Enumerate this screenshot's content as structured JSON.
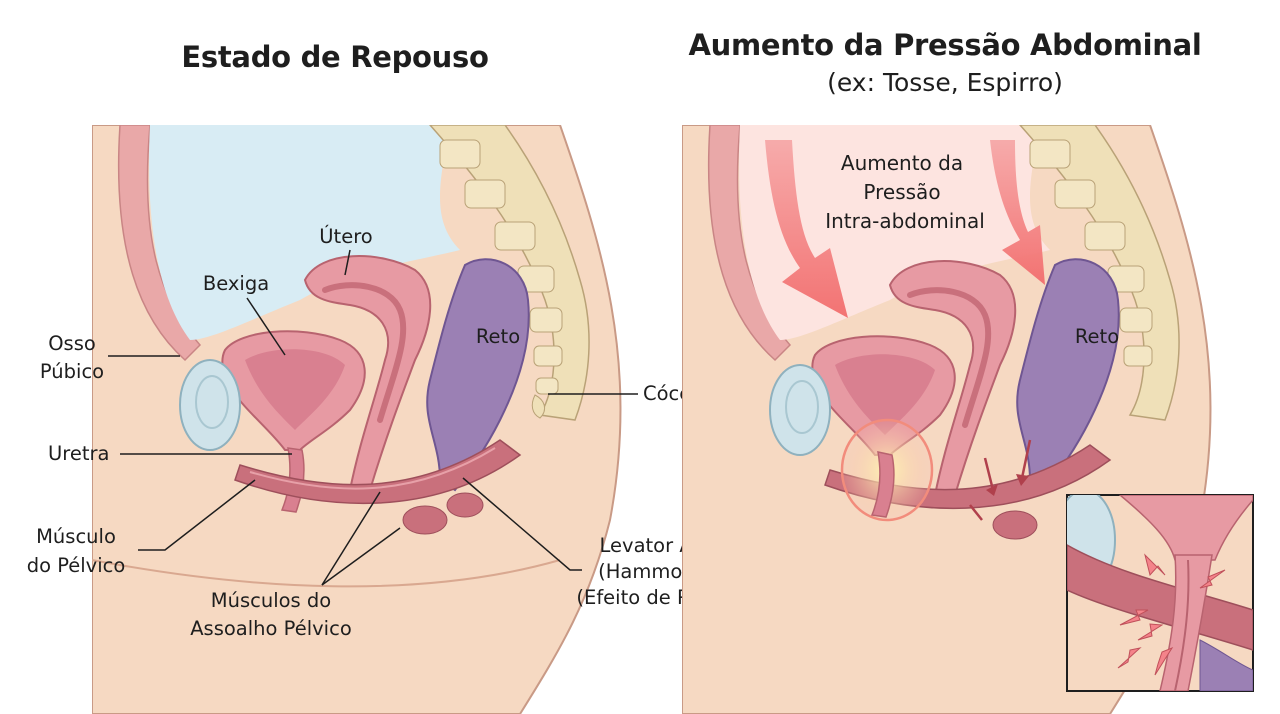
{
  "panels": {
    "left": {
      "title": "Estado de Repouso",
      "labels": {
        "utero": "Útero",
        "bexiga": "Bexiga",
        "reto": "Reto",
        "osso_pubico": [
          "Osso",
          "Púbico"
        ],
        "coccix": "Cóccix",
        "uretra": "Uretra",
        "musculo_pelvico": [
          "Músculo",
          "do Pélvico"
        ],
        "musculos_assoalho": [
          "Músculos do",
          "Assoalho Pélvico"
        ],
        "levator_ani": [
          "Levator Ani",
          "(Hammock)",
          "(Efeito de Rede)"
        ]
      }
    },
    "right": {
      "title": "Aumento da Pressão Abdominal",
      "subtitle": "(ex: Tosse, Espirro)",
      "labels": {
        "pressure": [
          "Aumento da",
          "Pressão",
          "Intra-abdominal"
        ],
        "reto": "Reto"
      }
    }
  },
  "colors": {
    "skin": "#f6d9c2",
    "skin_outline": "#c99a86",
    "bone": "#efe0b8",
    "cavity": "#d8ecf4",
    "pressure_bg": "#fde4e0",
    "organ_pink": "#e79aa3",
    "organ_inner": "#d98090",
    "rectum": "#9b80b4",
    "muscle": "#c9707c",
    "arrow": "#f4838a",
    "pubic": "#cfe3ea"
  }
}
